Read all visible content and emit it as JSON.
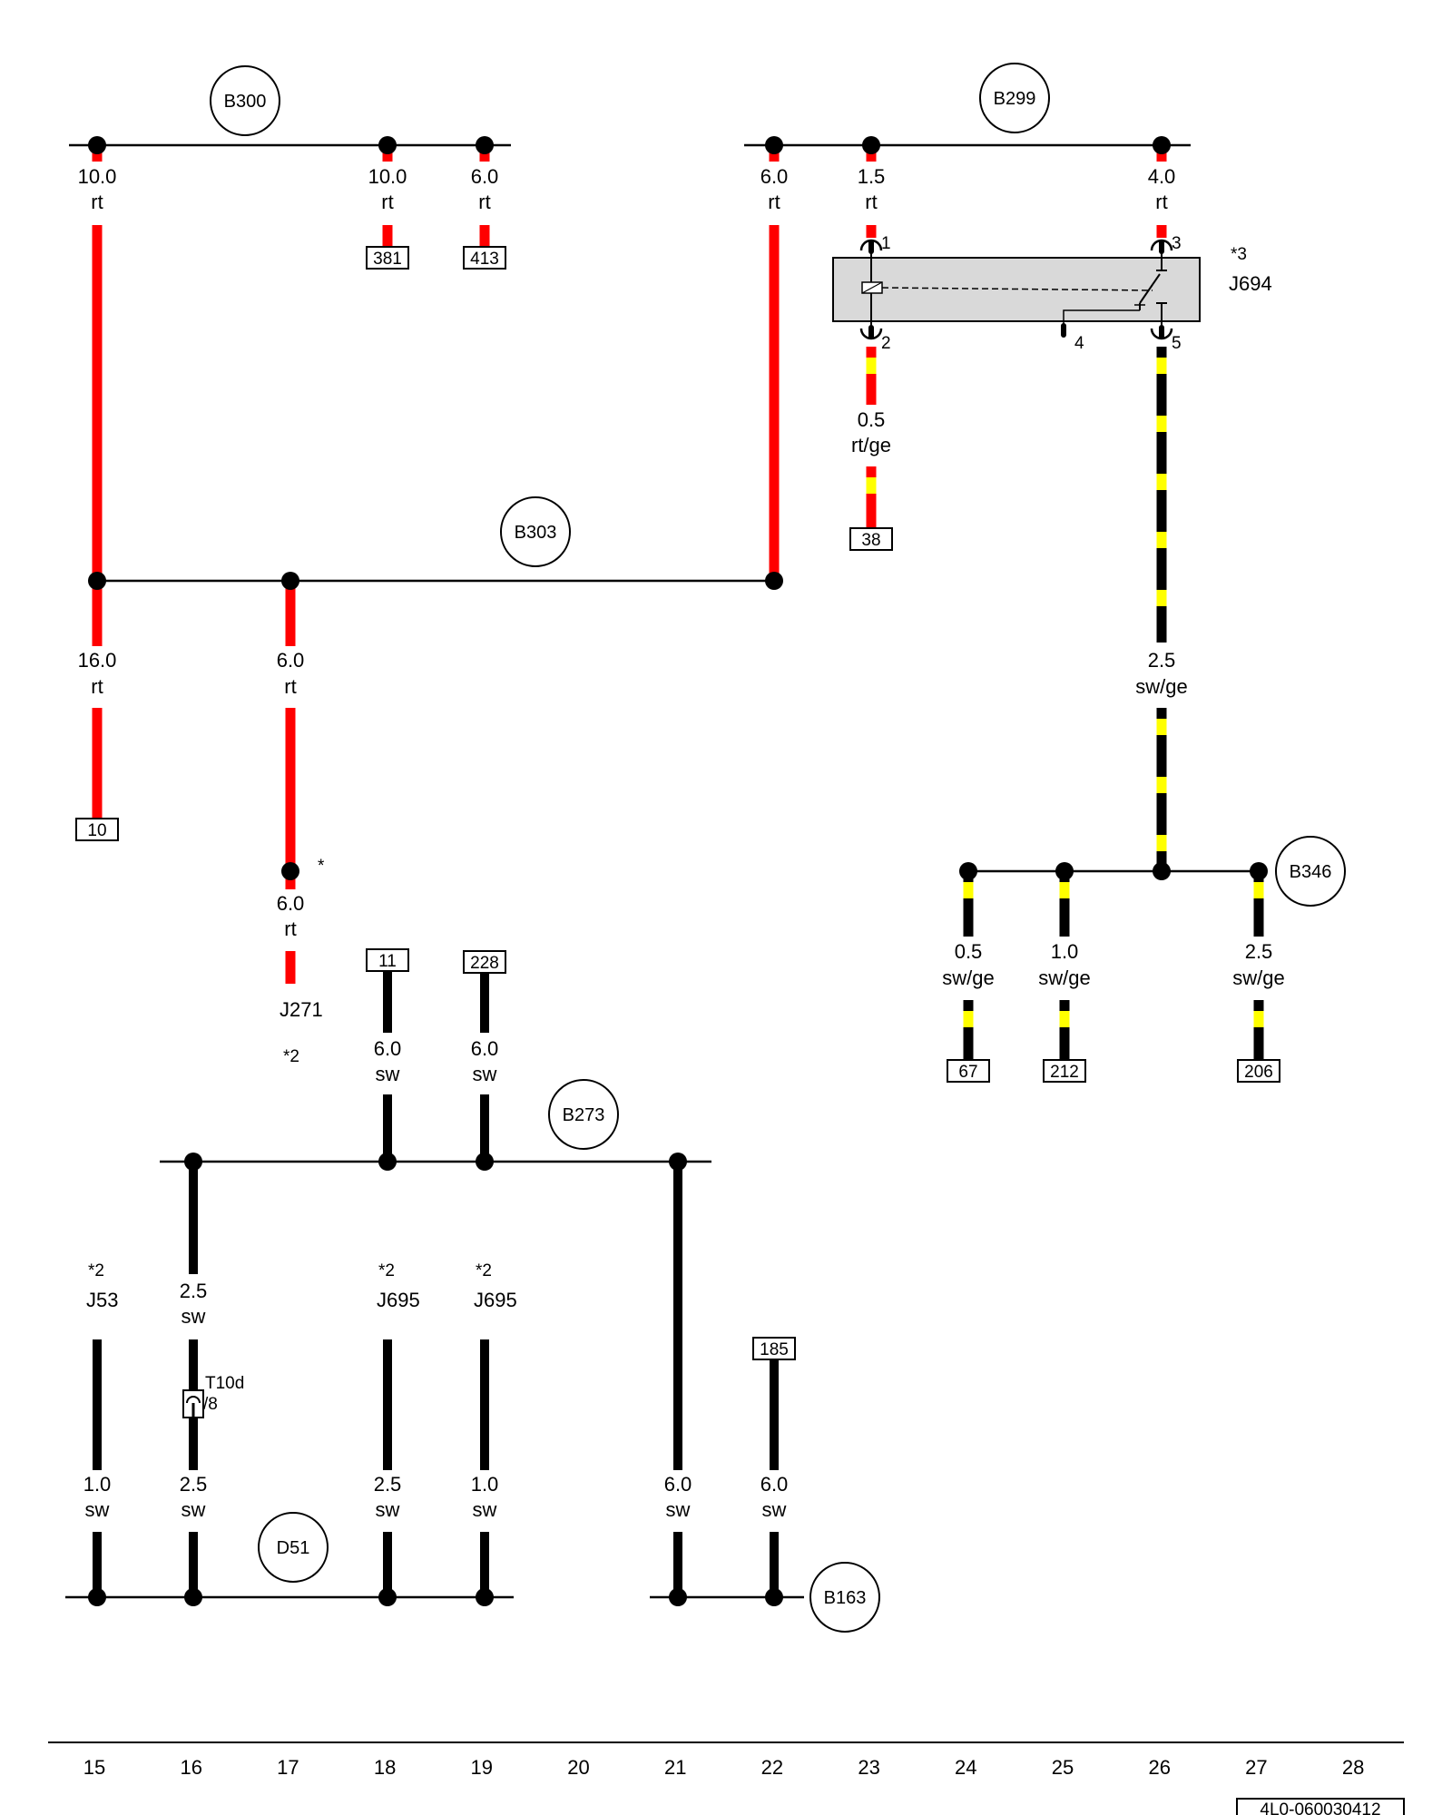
{
  "colors": {
    "rt": "#ff0000",
    "sw": "#000000",
    "ge": "#ffff00",
    "relay_fill": "#d9d9d9"
  },
  "ground_points": [
    {
      "id": "B300",
      "label": "B300"
    },
    {
      "id": "B299",
      "label": "B299"
    },
    {
      "id": "B303",
      "label": "B303"
    },
    {
      "id": "B346",
      "label": "B346"
    },
    {
      "id": "B273",
      "label": "B273"
    },
    {
      "id": "D51",
      "label": "D51"
    },
    {
      "id": "B163",
      "label": "B163"
    }
  ],
  "wires": [
    {
      "id": "w1",
      "size": "10.0",
      "color": "rt"
    },
    {
      "id": "w2",
      "size": "10.0",
      "color": "rt"
    },
    {
      "id": "w3",
      "size": "6.0",
      "color": "rt"
    },
    {
      "id": "w4",
      "size": "6.0",
      "color": "rt"
    },
    {
      "id": "w5",
      "size": "1.5",
      "color": "rt"
    },
    {
      "id": "w6",
      "size": "4.0",
      "color": "rt"
    },
    {
      "id": "w7",
      "size": "0.5",
      "color": "rt/ge"
    },
    {
      "id": "w8",
      "size": "2.5",
      "color": "sw/ge"
    },
    {
      "id": "w9",
      "size": "16.0",
      "color": "rt"
    },
    {
      "id": "w10",
      "size": "6.0",
      "color": "rt"
    },
    {
      "id": "w11",
      "size": "6.0",
      "color": "rt"
    },
    {
      "id": "w12",
      "size": "0.5",
      "color": "sw/ge"
    },
    {
      "id": "w13",
      "size": "1.0",
      "color": "sw/ge"
    },
    {
      "id": "w14",
      "size": "2.5",
      "color": "sw/ge"
    },
    {
      "id": "w15",
      "size": "6.0",
      "color": "sw"
    },
    {
      "id": "w16",
      "size": "6.0",
      "color": "sw"
    },
    {
      "id": "w17",
      "size": "2.5",
      "color": "sw"
    },
    {
      "id": "w18",
      "size": "1.0",
      "color": "sw"
    },
    {
      "id": "w19",
      "size": "2.5",
      "color": "sw"
    },
    {
      "id": "w20",
      "size": "2.5",
      "color": "sw"
    },
    {
      "id": "w21",
      "size": "1.0",
      "color": "sw"
    },
    {
      "id": "w22",
      "size": "6.0",
      "color": "sw"
    },
    {
      "id": "w23",
      "size": "6.0",
      "color": "sw"
    }
  ],
  "references": [
    "381",
    "413",
    "38",
    "10",
    "11",
    "228",
    "67",
    "212",
    "206",
    "185"
  ],
  "component_labels": {
    "J694": "J694",
    "J694_note": "*3",
    "J271": "J271",
    "J271_note": "*2",
    "J53": "J53",
    "J53_note": "*2",
    "J695a": "J695",
    "J695a_note": "*2",
    "J695b": "J695",
    "J695b_note": "*2",
    "splice_note": "*",
    "T10d": "T10d",
    "T10d_pin": "/8"
  },
  "relay_pins": [
    "1",
    "2",
    "3",
    "4",
    "5"
  ],
  "grid_numbers": [
    "15",
    "16",
    "17",
    "18",
    "19",
    "20",
    "21",
    "22",
    "23",
    "24",
    "25",
    "26",
    "27",
    "28"
  ],
  "doc_id": "4L0-060030412"
}
